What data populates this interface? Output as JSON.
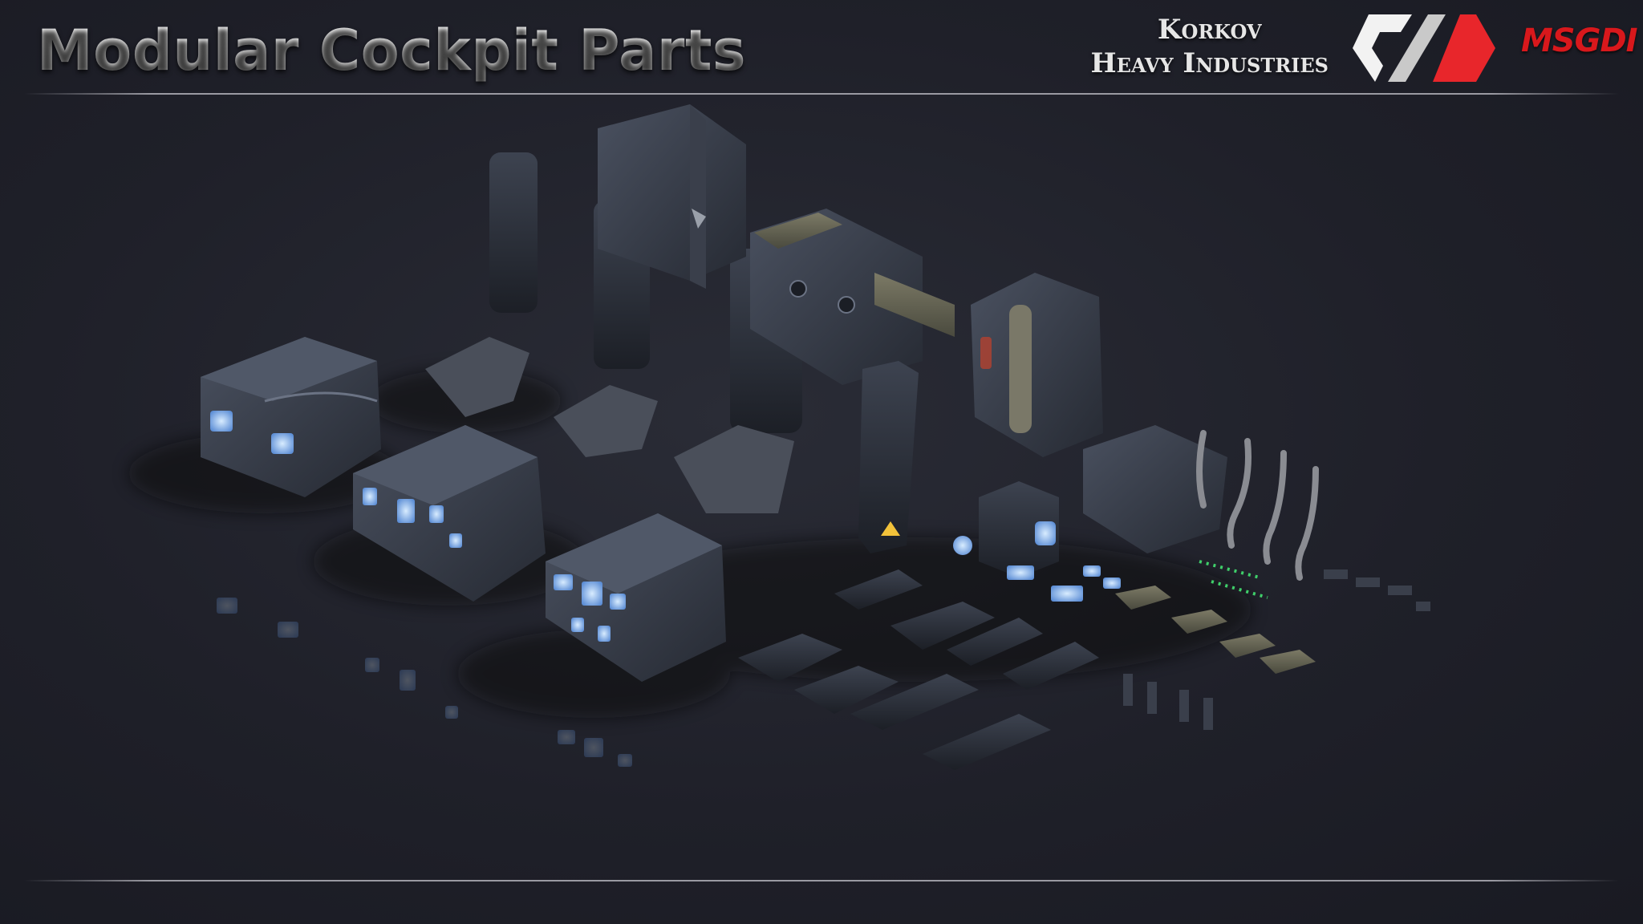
{
  "header": {
    "title": "Modular Cockpit Parts",
    "brand_line1": "Korkov",
    "brand_line2": "Heavy Industries",
    "msgdi": "MSGDI"
  },
  "colors": {
    "background": "#1f2029",
    "logo_red": "#e8262b",
    "logo_white": "#f2f2f2",
    "screen_blue": "#9fc7ff",
    "part_dark": "#2e3440"
  },
  "icons": {
    "logo": "korkov-chevron-logo"
  }
}
